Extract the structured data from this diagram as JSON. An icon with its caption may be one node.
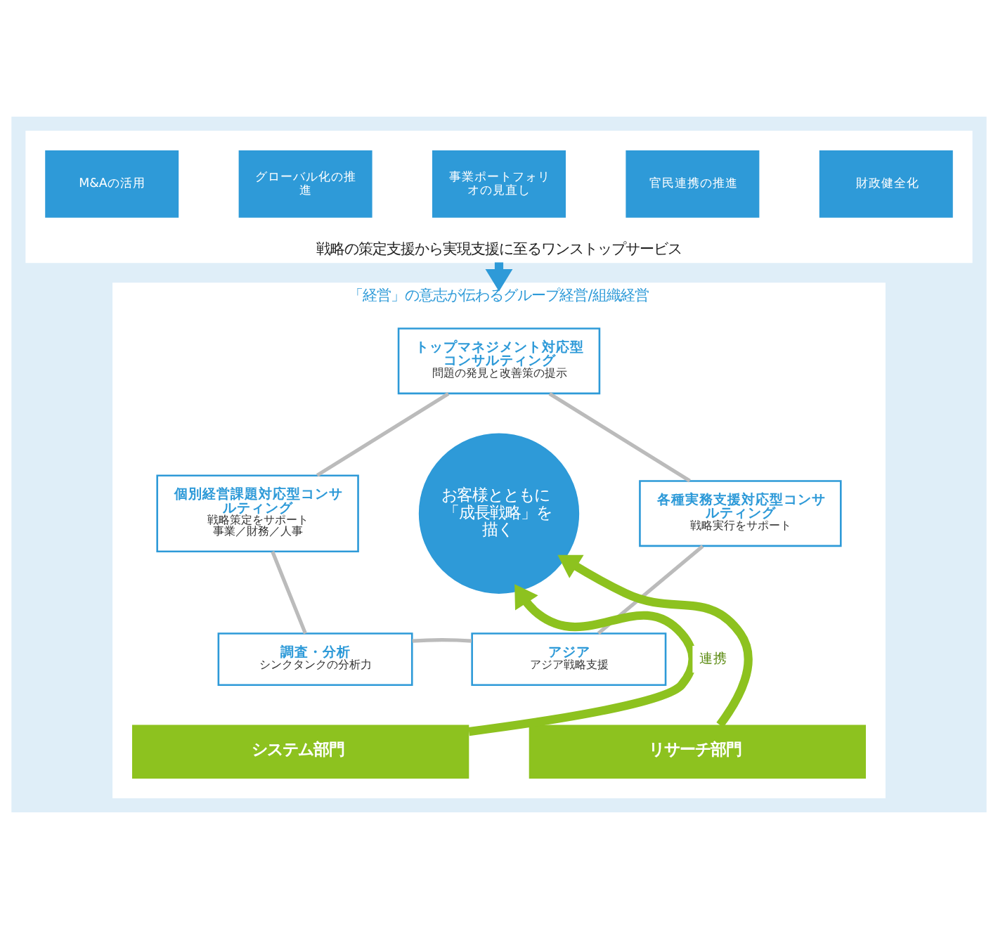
{
  "diagram": {
    "nodes": [
      {
        "text": [
          "戦略の策定支援から実現支援に至るワンストップサービス"
        ]
      },
      {
        "text": [
          "M&Aの活用"
        ],
        "in": 0
      },
      {
        "text": [
          "グローバル化の推進"
        ],
        "in": 0
      },
      {
        "text": [
          "事業ポートフォリオの見直し"
        ],
        "in": 0
      },
      {
        "text": [
          "官民連携の推進"
        ],
        "in": 0
      },
      {
        "text": [
          "財政健全化"
        ],
        "in": 0
      },
      {
        "text": [
          "「経営」の意志が伝わるグループ経営/組織経営"
        ]
      },
      {
        "text": [
          "トップマネジメント対応型コンサルティング",
          "問題の発見と改善策の提示"
        ],
        "in": 6
      },
      {
        "text": [
          "個別経営課題対応型コンサルティング",
          "戦略策定をサポート",
          "事業／財務／人事"
        ],
        "in": 6
      },
      {
        "text": [
          "お客様とともに「成長戦略」を描く"
        ],
        "in": 6
      },
      {
        "text": [
          "各種実務支援対応型コンサルティング",
          "戦略実行をサポート"
        ],
        "in": 6
      },
      {
        "text": [
          "調査・分析",
          "シンクタンクの分析力"
        ],
        "in": 6
      },
      {
        "text": [
          "アジア",
          "アジア戦略支援"
        ],
        "in": 6
      },
      {
        "text": [
          "システム部門"
        ],
        "in": 6
      },
      {
        "text": [
          "リサーチ部門"
        ],
        "in": 6
      }
    ],
    "edges": [
      {
        "from": 0,
        "to": 6,
        "arrow": "to",
        "style": "thick",
        "color": "#2e9ad8"
      },
      {
        "from": 7,
        "to": 10,
        "arrow": "none"
      },
      {
        "from": 10,
        "to": 12,
        "arrow": "none"
      },
      {
        "from": 12,
        "to": 11,
        "arrow": "none"
      },
      {
        "from": 11,
        "to": 8,
        "arrow": "none"
      },
      {
        "from": 8,
        "to": 7,
        "arrow": "none"
      },
      {
        "from": 13,
        "to": 9,
        "arrow": "to",
        "label": "連携",
        "style": "thick",
        "color": "#8dc21f"
      },
      {
        "from": 14,
        "to": 9,
        "arrow": "to",
        "style": "thick",
        "color": "#8dc21f"
      }
    ]
  }
}
